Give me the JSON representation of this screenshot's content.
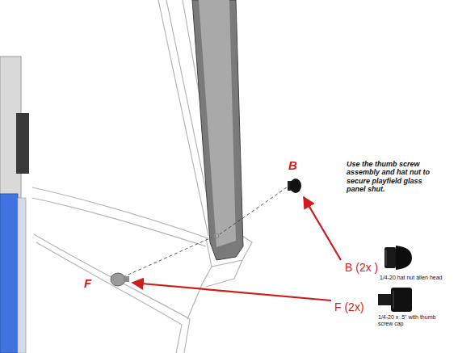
{
  "diagram": {
    "labels": [
      "B",
      "F",
      "Use the thumb screw assembly and hat nut to secure playfield glass panel shut.",
      "B (2x )",
      "1/4-20 hat nut allen head",
      "F (2x)",
      "1/4-20 x .5\" with thumb screw cap"
    ]
  }
}
